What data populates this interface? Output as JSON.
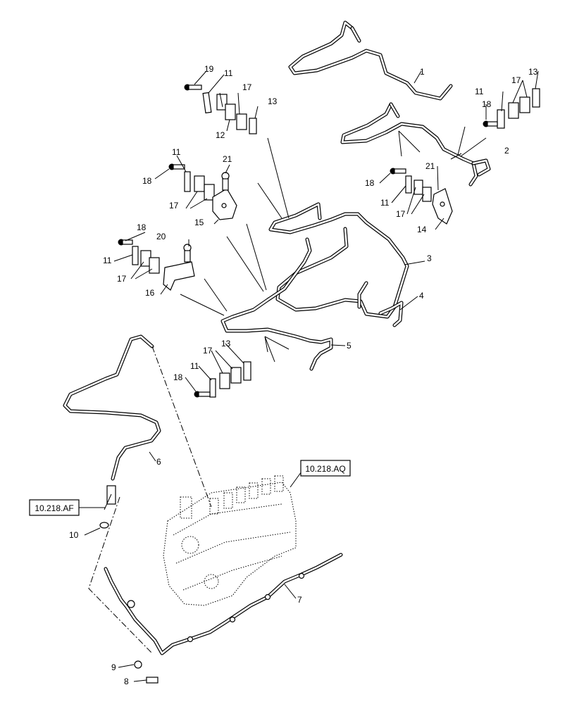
{
  "callouts": {
    "c1": "1",
    "c2": "2",
    "c3": "3",
    "c4": "4",
    "c5": "5",
    "c6": "6",
    "c7": "7",
    "c8": "8",
    "c9": "9",
    "c10": "10",
    "c11a": "11",
    "c11b": "11",
    "c11c": "11",
    "c11d": "11",
    "c11e": "11",
    "c11f": "11",
    "c12": "12",
    "c13a": "13",
    "c13b": "13",
    "c13c": "13",
    "c14": "14",
    "c15": "15",
    "c16": "16",
    "c17a": "17",
    "c17b": "17",
    "c17c": "17",
    "c17d": "17",
    "c17e": "17",
    "c17f": "17",
    "c18a": "18",
    "c18b": "18",
    "c18c": "18",
    "c18d": "18",
    "c18e": "18",
    "c19": "19",
    "c20": "20",
    "c21a": "21",
    "c21b": "21"
  },
  "references": {
    "injection_pump": "10.218.AQ",
    "fuel_filter": "10.218.AF"
  }
}
